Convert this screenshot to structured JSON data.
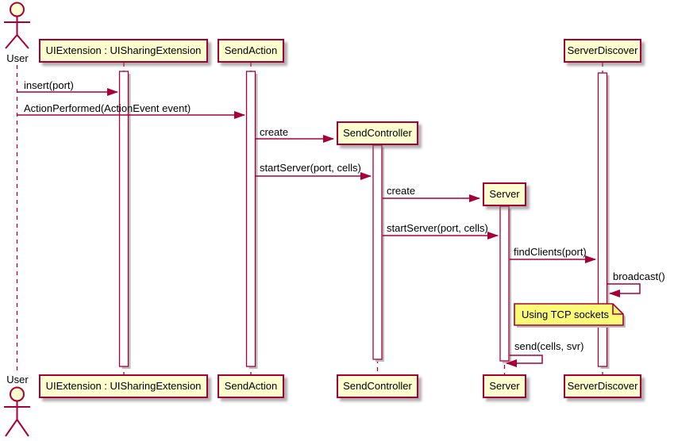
{
  "diagram_type": "uml-sequence-diagram",
  "participants": [
    {
      "label": "User",
      "type": "actor"
    },
    {
      "label": "UIExtension : UISharingExtension",
      "type": "participant"
    },
    {
      "label": "SendAction",
      "type": "participant"
    },
    {
      "label": "SendController",
      "type": "participant",
      "created_during_sequence": true
    },
    {
      "label": "Server",
      "type": "participant",
      "created_during_sequence": true
    },
    {
      "label": "ServerDiscover",
      "type": "participant"
    }
  ],
  "messages": [
    {
      "label": "insert(port)",
      "from": "User",
      "to": "UIExtension : UISharingExtension"
    },
    {
      "label": "ActionPerformed(ActionEvent event)",
      "from": "User",
      "to": "SendAction"
    },
    {
      "label": "create",
      "from": "SendAction",
      "to": "SendController"
    },
    {
      "label": "startServer(port, cells)",
      "from": "SendAction",
      "to": "SendController"
    },
    {
      "label": "create",
      "from": "SendController",
      "to": "Server"
    },
    {
      "label": "startServer(port, cells)",
      "from": "SendController",
      "to": "Server"
    },
    {
      "label": "findClients(port)",
      "from": "Server",
      "to": "ServerDiscover"
    },
    {
      "label": "broadcast()",
      "from": "ServerDiscover",
      "to": "ServerDiscover",
      "self": true
    },
    {
      "label": "send(cells, svr)",
      "from": "Server",
      "to": "Server",
      "self": true
    }
  ],
  "note": {
    "text": "Using TCP sockets",
    "attached_near": "ServerDiscover"
  },
  "colors": {
    "participant_fill": "#FEFECE",
    "note_fill": "#FBFB77",
    "line_and_border": "#A80036",
    "activation_fill": "#FFFFFF",
    "shadow": "#BDBDBD",
    "text": "#000000",
    "background": "#FFFFFF"
  }
}
